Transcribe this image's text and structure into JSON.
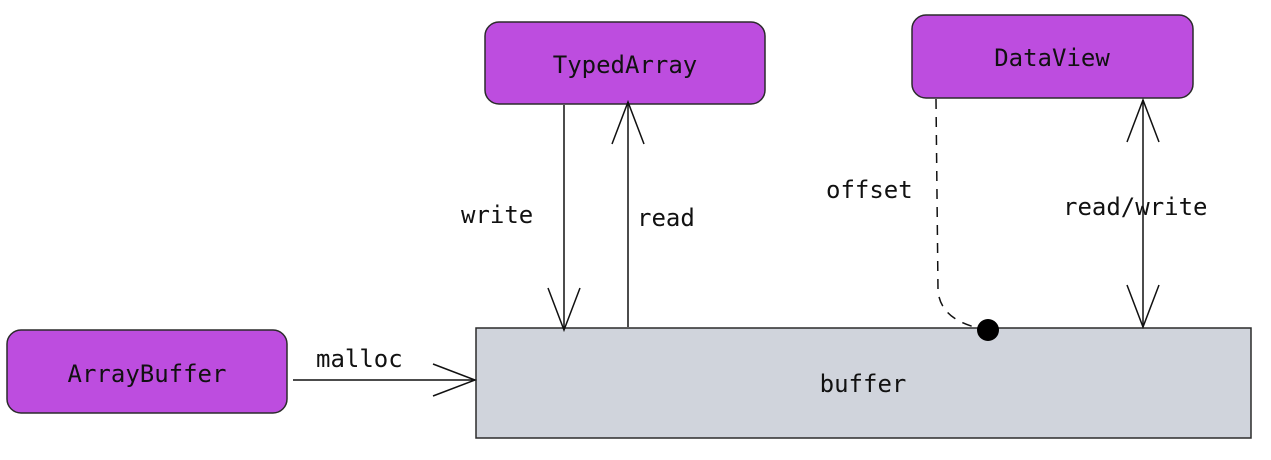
{
  "nodes": {
    "typedarray": {
      "label": "TypedArray"
    },
    "dataview": {
      "label": "DataView"
    },
    "arraybuffer": {
      "label": "ArrayBuffer"
    },
    "buffer": {
      "label": "buffer"
    }
  },
  "edges": {
    "malloc": {
      "label": "malloc"
    },
    "write": {
      "label": "write"
    },
    "read": {
      "label": "read"
    },
    "offset": {
      "label": "offset"
    },
    "readwrite": {
      "label": "read/write"
    }
  },
  "colors": {
    "node_fill": "#bd4ddf",
    "buffer_fill": "#d0d4dc",
    "line": "#111111"
  }
}
